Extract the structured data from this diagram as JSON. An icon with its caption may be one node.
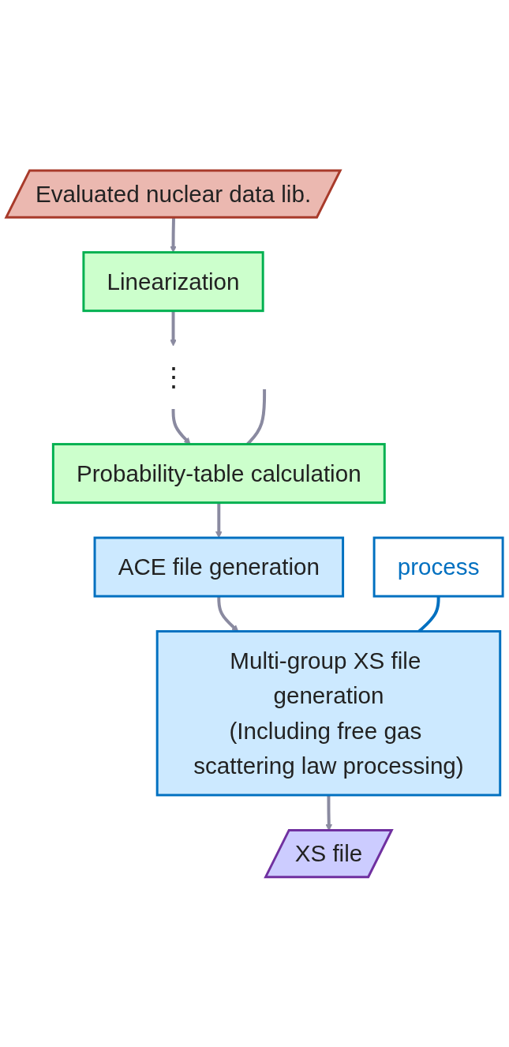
{
  "diagram": {
    "nodes": [
      {
        "text": [
          "Evaluated nuclear data lib."
        ]
      },
      {
        "text": [
          "Linearization"
        ]
      },
      {
        "text": [
          "⋮"
        ]
      },
      {
        "text": [
          "Probability-table calculation"
        ]
      },
      {
        "text": [
          "ACE file generation"
        ]
      },
      {
        "text": [
          "Multi-group XS file generation",
          "(Including free gas scattering law processing)"
        ]
      },
      {
        "text": [
          "XS file"
        ]
      },
      {
        "text": [
          "process"
        ]
      }
    ],
    "edges": [
      {
        "from": 0,
        "to": 1,
        "arrow": "to"
      },
      {
        "from": 1,
        "to": 2,
        "arrow": "to"
      },
      {
        "from": 2,
        "to": 3,
        "arrow": "to"
      },
      {
        "from": null,
        "to": 3,
        "arrow": "none"
      },
      {
        "from": 3,
        "to": 4,
        "arrow": "to"
      },
      {
        "from": 4,
        "to": 5,
        "arrow": "to"
      },
      {
        "from": 5,
        "to": 6,
        "arrow": "to"
      },
      {
        "from": 7,
        "to": 5,
        "arrow": "none",
        "color": "#0070c0"
      }
    ]
  }
}
